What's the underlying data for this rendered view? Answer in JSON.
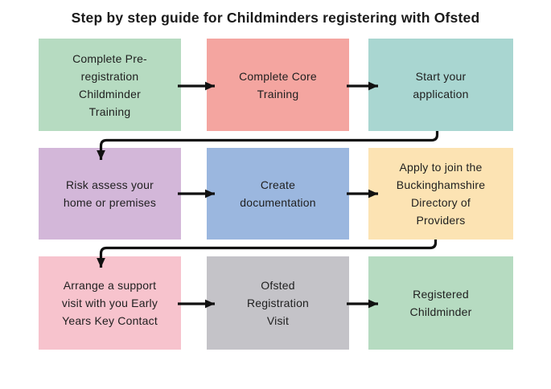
{
  "title": "Step by step guide for Childminders registering with Ofsted",
  "steps": [
    {
      "label": "Complete Pre-\nregistration\nChildminder\nTraining",
      "color": "#b6dbc1"
    },
    {
      "label": "Complete Core\nTraining",
      "color": "#f4a5a0"
    },
    {
      "label": "Start your\napplication",
      "color": "#a9d6d1"
    },
    {
      "label": "Risk assess your\nhome or premises",
      "color": "#d3b7d9"
    },
    {
      "label": "Create\ndocumentation",
      "color": "#9bb7df"
    },
    {
      "label": "Apply to join the\nBuckinghamshire\nDirectory of\nProviders",
      "color": "#fce3b3"
    },
    {
      "label": "Arrange a support\nvisit with you Early\nYears Key Contact",
      "color": "#f7c3cd"
    },
    {
      "label": "Ofsted\nRegistration\nVisit",
      "color": "#c4c3c8"
    },
    {
      "label": "Registered\nChildminder",
      "color": "#b6dbc1"
    }
  ],
  "arrow_color": "#111111",
  "text_color": "#1f1f1f",
  "background_color": "#ffffff"
}
